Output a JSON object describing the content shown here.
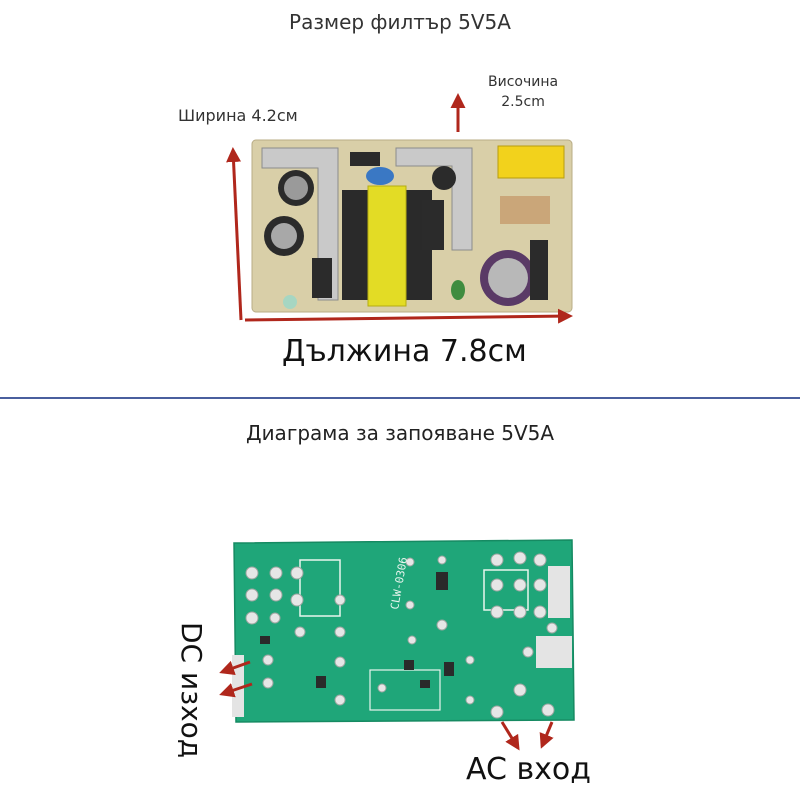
{
  "top_title": "Размер филтър 5V5A",
  "width_label": "Ширина 4.2см",
  "height_label_line1": "Височина",
  "height_label_line2": "2.5cm",
  "length_label": "Дължина 7.8см",
  "bottom_title": "Диаграма за запояване 5V5A",
  "dc_label": "DC изход",
  "ac_label": "AC вход",
  "board_silkscreen": "CLW-0306",
  "colors": {
    "arrow": "#b0271c",
    "pcb_green": "#1fa679",
    "pcb_top": "#d9cfa8",
    "divider": "#4a5f9e"
  }
}
